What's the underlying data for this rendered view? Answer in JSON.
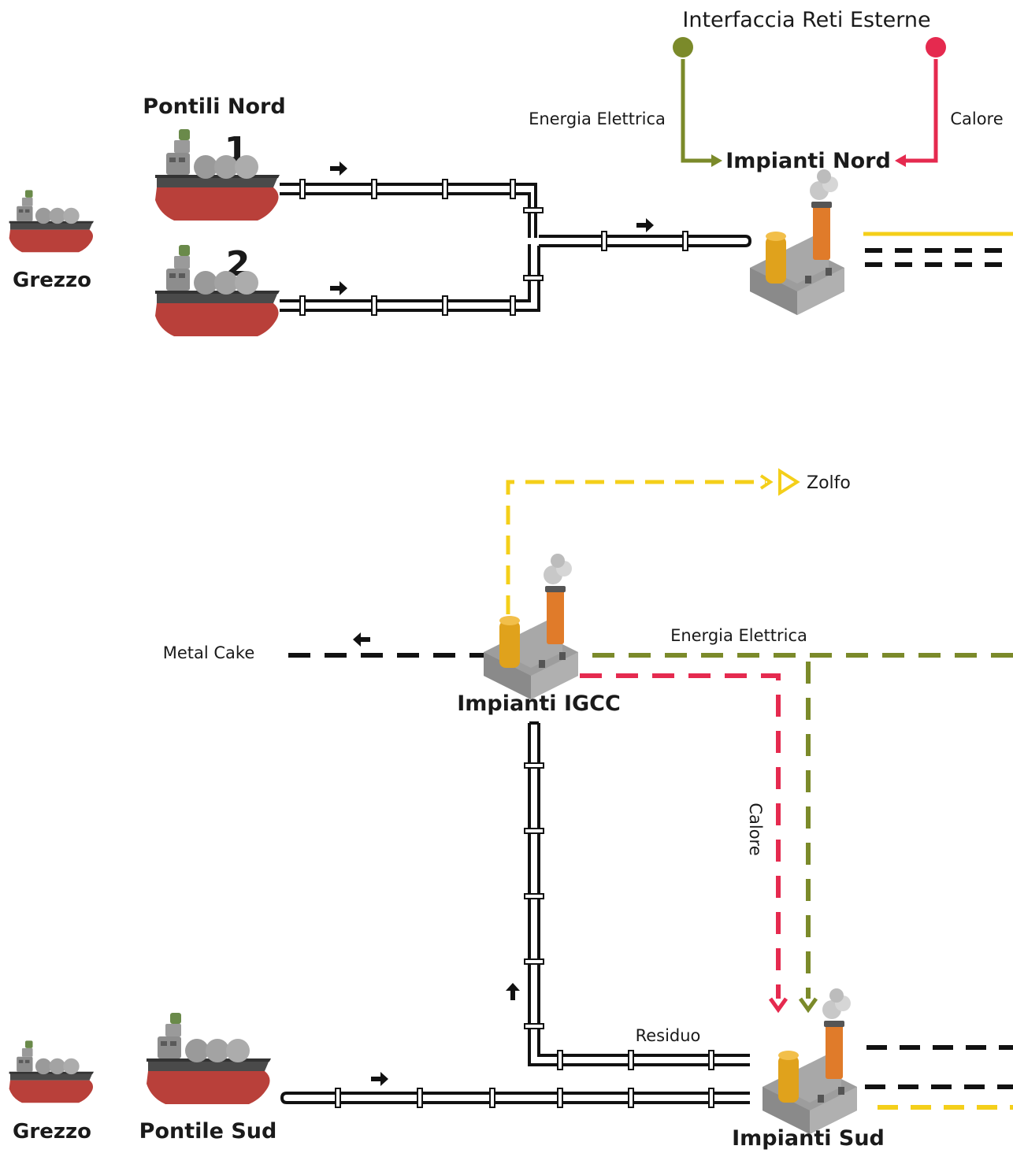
{
  "labels": {
    "external_networks": "Interfaccia Reti Esterne",
    "energy_top": "Energia Elettrica",
    "heat_top": "Calore",
    "north_piers": "Pontili Nord",
    "pier_1": "1",
    "pier_2": "2",
    "crude_top": "Grezzo",
    "north_plants": "Impianti Nord",
    "sulfur": "Zolfo",
    "metal_cake": "Metal Cake",
    "energy_mid": "Energia Elettrica",
    "igcc_plants": "Impianti IGCC",
    "heat_vertical": "Calore",
    "residue": "Residuo",
    "crude_bottom": "Grezzo",
    "south_pier": "Pontile Sud",
    "south_plants": "Impianti Sud"
  },
  "colors": {
    "electric": "#7b8a2a",
    "heat": "#e52a4f",
    "sulfur": "#f4cf1a",
    "pipe": "#111111",
    "ship_hull_top": "#4a4a4a",
    "ship_hull_bottom": "#b9403a",
    "plant_body": "#9d9d9d",
    "chimney": "#e07b2a",
    "tank": "#e0a21c"
  },
  "icons": [
    "ship-icon",
    "factory-icon",
    "arrow-icon",
    "sulfur-output-icon"
  ]
}
